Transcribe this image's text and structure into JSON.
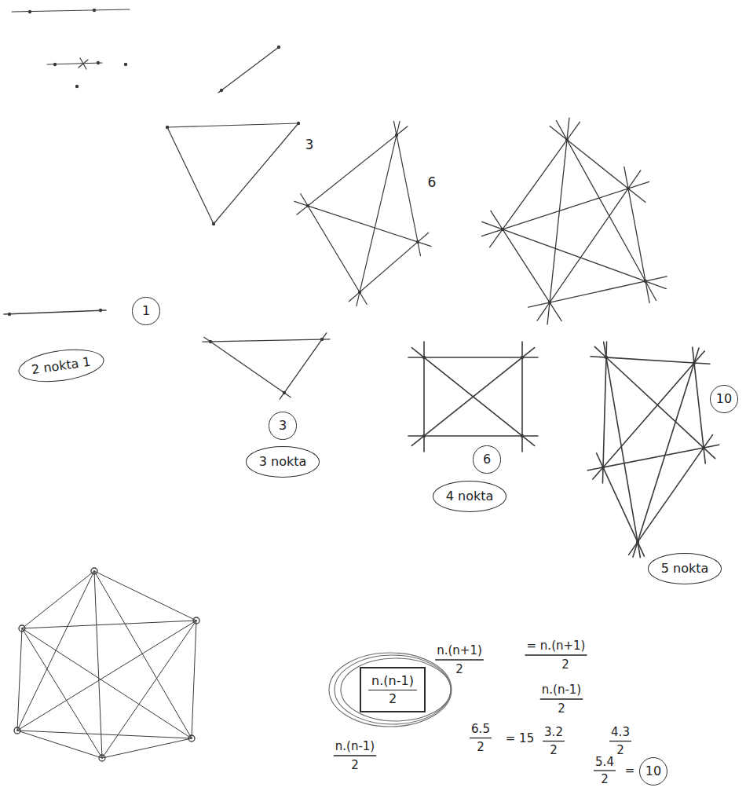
{
  "diagram": {
    "nodes": [
      {
        "text": [
          "1"
        ]
      },
      {
        "text": [
          "2 nokta 1"
        ]
      },
      {
        "text": [
          "3"
        ]
      },
      {
        "text": [
          "3 nokta"
        ]
      },
      {
        "text": [
          "6"
        ]
      },
      {
        "text": [
          "4 nokta"
        ]
      },
      {
        "text": [
          "10"
        ]
      },
      {
        "text": [
          "5 nokta"
        ]
      },
      {
        "text": [
          "n.(n-1)",
          "2"
        ]
      },
      {
        "text": [
          "10"
        ]
      }
    ],
    "labels": [
      "3",
      "6",
      "n.(n+1)",
      "2",
      "= n.(n+1)",
      "2",
      "n.(n-1)",
      "2",
      "n.(n-1)",
      "2",
      "6.5",
      "2",
      "= 15",
      "3.2",
      "2",
      "4.3",
      "2",
      "5.4",
      "2",
      "="
    ]
  }
}
